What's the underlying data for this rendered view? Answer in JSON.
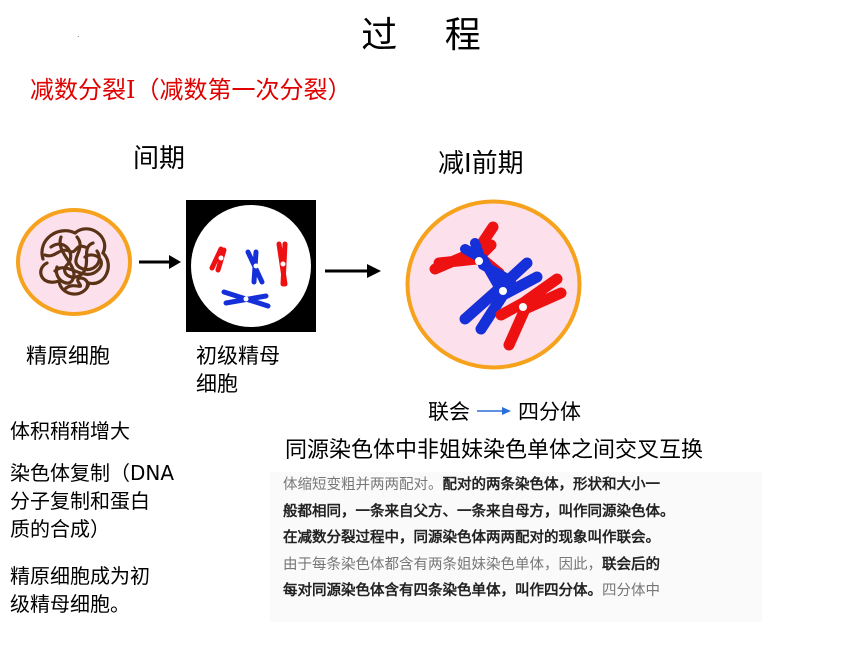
{
  "title": "过 程",
  "title_dot": ".",
  "subtitle": "减数分裂I（减数第一次分裂）",
  "stages": {
    "interphase": "间期",
    "prophase_i": "减Ⅰ前期"
  },
  "captions": {
    "spermatogonium": "精原细胞",
    "primary_spermatocyte_line1": "初级精母",
    "primary_spermatocyte_line2": "细胞"
  },
  "notes": {
    "volume": "体积稍稍增大",
    "replication_line1": "染色体复制（DNA",
    "replication_line2": "分子复制和蛋白",
    "replication_line3": "质的合成）",
    "becomes_line1": "精原细胞成为初",
    "becomes_line2": "级精母细胞。"
  },
  "synapsis": {
    "left": "联会",
    "right": "四分体"
  },
  "crossing_over": "同源染色体中非姐妹染色单体之间交叉互换",
  "textbook": {
    "line1a": "体缩短变粗并两两配对。",
    "line1b": "配对的两条染色体，形状和大小一",
    "line2": "般都相同，一条来自父方、一条来自母方，叫作同源染色体。",
    "line3": "在减数分裂过程中，同源染色体两两配对的现象叫作联会。",
    "line4a": "由于每条染色体都含有两条姐妹染色单体，因此，",
    "line4b": "联会后的",
    "line5a": "每对同源染色体含有四条染色单体，叫作四分体。",
    "line5b": "四分体中"
  },
  "colors": {
    "subtitle": "#e00000",
    "cell_fill": "#fce1ec",
    "cell_border": "#f6a21c",
    "chromosome_red": "#ee1111",
    "chromosome_blue": "#1530d8",
    "chromatin": "#5a3216",
    "synapsis_arrow": "#2a6fd6"
  }
}
